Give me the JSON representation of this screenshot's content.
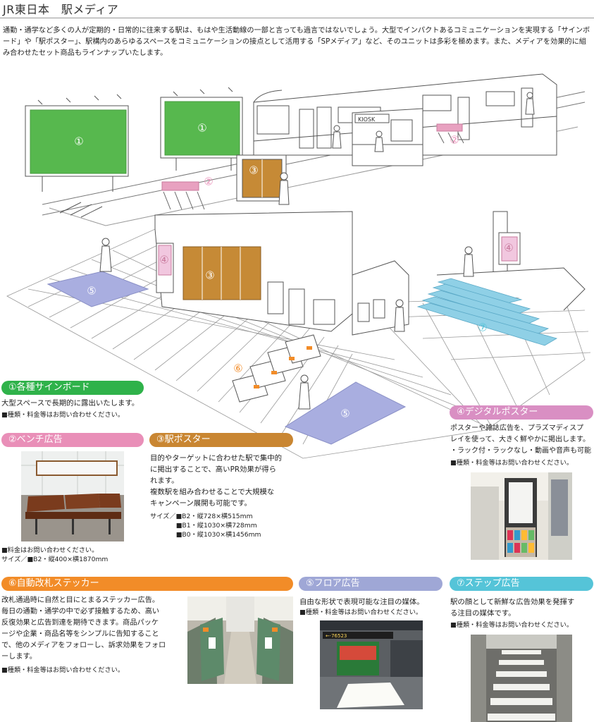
{
  "page": {
    "title": "JR東日本　駅メディア",
    "intro": "通勤・通学など多くの人が定期的・日常的に往来する駅は、もはや生活動線の一部と言っても過言ではないでしょう。大型でインパクトあるコミュニケーションを実現する「サインボード」や「駅ポスター」、駅構内のあらゆるスペースをコミュニケーションの接点として活用する「SPメディア」など、そのユニットは多彩を極めます。また、メディアを効果的に組み合わせたセット商品もラインナップいたします。"
  },
  "illustration": {
    "kiosk_label": "KIOSK",
    "markers": [
      "①",
      "①",
      "②",
      "②",
      "③",
      "③",
      "④",
      "④",
      "⑤",
      "⑤",
      "⑥",
      "⑦"
    ]
  },
  "sections": {
    "signboard": {
      "header": "①各種サインボード",
      "color": "#2fb24a",
      "body": "大型スペースで長期的に露出いたします。",
      "note": "■種類・料金等はお問い合わせください。"
    },
    "bench": {
      "header": "②ベンチ広告",
      "color": "#e98fb8",
      "note": "■料金はお問い合わせください。\nサイズ／■B2・縦400×横1870mm"
    },
    "poster": {
      "header": "③駅ポスター",
      "color": "#c98632",
      "body": "目的やターゲットに合わせた駅で集中的\nに掲出することで、高いPR効果が得ら\nれます。\n複数駅を組み合わせることで大規模な\nキャンペーン展開も可能です。",
      "sizes": "サイズ／■B2・縦728×横515mm\n　　　　■B1・縦1030×横728mm\n　　　　■B0・縦1030×横1456mm"
    },
    "digital": {
      "header": "④デジタルポスター",
      "color": "#d98fc3",
      "body": "ポスターや雑誌広告を、プラズマディスプ\nレイを使って、大きく鮮やかに掲出します。\n・ラック付・ラックなし・動画や音声も可能",
      "note": "■種類・料金等はお問い合わせください。"
    },
    "gate": {
      "header": "⑥自動改札ステッカー",
      "color": "#f28c28",
      "body": "改札通過時に自然と目にとまるステッカー広告。\n毎日の通勤・通学の中で必ず接触するため、高い\n反復効果と広告到達を期待できます。商品パッケ\nージや企業・商品名等をシンプルに告知すること\nで、他のメディアをフォローし、訴求効果をフォロ\nーします。",
      "note": "■種類・料金等はお問い合わせください。"
    },
    "floor": {
      "header": "⑤フロア広告",
      "color": "#9fa7d6",
      "body": "自由な形状で表現可能な注目の媒体。",
      "note": "■種類・料金等はお問い合わせください。",
      "sign": "←·76523"
    },
    "step": {
      "header": "⑦ステップ広告",
      "color": "#55c4d8",
      "body": "駅の顔として新鮮な広告効果を発揮す\nる注目の媒体です。",
      "note": "■種類・料金等はお問い合わせください。"
    }
  }
}
